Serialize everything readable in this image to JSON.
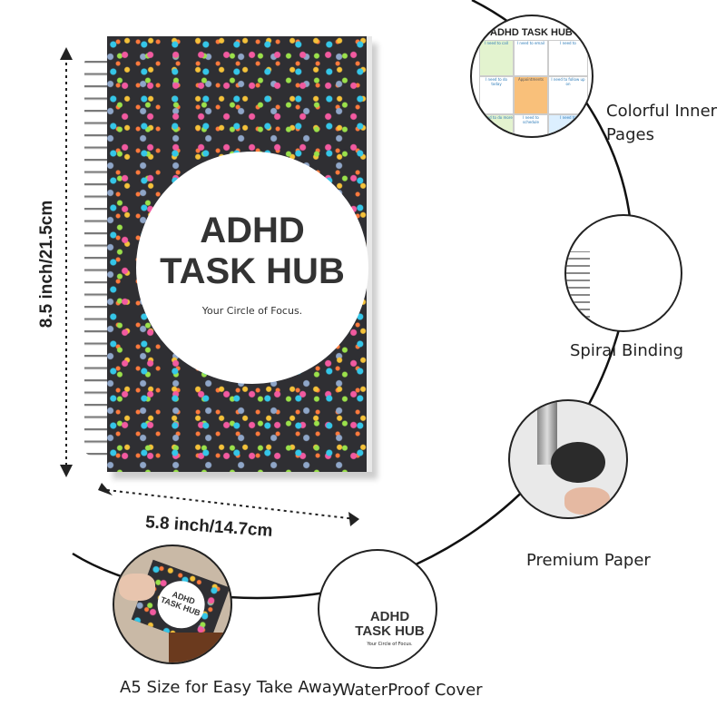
{
  "cover": {
    "title_line1": "ADHD",
    "title_line2": "TASK HUB",
    "subtitle": "Your Circle of Focus."
  },
  "dimensions": {
    "height": "8.5 inch/21.5cm",
    "width": "5.8 inch/14.7cm"
  },
  "features": [
    {
      "label": "Colorful Inner Pages",
      "icon": "inner-pages-photo"
    },
    {
      "label": "Spiral Binding",
      "icon": "spiral-binding-photo"
    },
    {
      "label": "Premium Paper",
      "icon": "paper-thickness-photo"
    },
    {
      "label": "WaterProof Cover",
      "icon": "waterproof-cover-photo"
    },
    {
      "label": "A5 Size for Easy Take Away",
      "icon": "hand-holding-notebook-photo"
    }
  ],
  "inner_page": {
    "title": "ADHD TASK HUB",
    "sections": [
      "I need to call",
      "I need to email",
      "I need to",
      "I need to do today",
      "Appointments",
      "I need to follow up on",
      "I need to do more",
      "I need to schedule",
      "I need to"
    ]
  },
  "colors": {
    "cover": "#2f2f33",
    "accent_green": "#e3f3cf",
    "accent_orange": "#f9c07a",
    "accent_blue": "#dcefff"
  }
}
